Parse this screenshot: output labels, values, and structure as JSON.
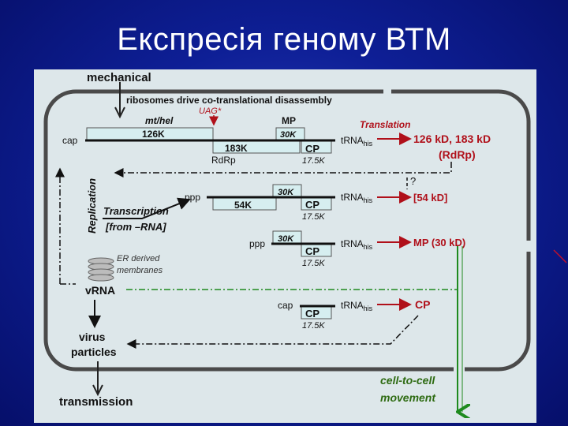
{
  "slide": {
    "title": "Експресія геному ВТМ"
  },
  "diagram": {
    "mechanical": "mechanical",
    "ribosomes_note": "ribosomes drive co-translational disassembly",
    "uag": "UAG*",
    "mt_hel": "mt/hel",
    "k126": "126K",
    "mp_top": "MP",
    "k30_top": "30K",
    "translation": "Translation",
    "cap1": "cap",
    "trna1": "tRNA",
    "his": "his",
    "prod1a": "126 kD, 183 kD",
    "prod1b": "(RdRp)",
    "k183": "183K",
    "cp1": "CP",
    "rdrp": "RdRp",
    "k175_1": "17.5K",
    "question": "?",
    "replication": "Replication",
    "ppp2": "ppp",
    "k54": "54K",
    "k30_2": "30K",
    "cp2": "CP",
    "k175_2": "17.5K",
    "trna2": "tRNA",
    "prod2": "[54 kD]",
    "transcription": "Transcription",
    "from_rna": "[from –RNA]",
    "ppp3": "ppp",
    "k30_3": "30K",
    "cp3": "CP",
    "k175_3": "17.5K",
    "trna3": "tRNA",
    "prod3": "MP (30 kD)",
    "er1": "ER derived",
    "er2": "membranes",
    "vrna": "vRNA",
    "cap4": "cap",
    "cp4": "CP",
    "k175_4": "17.5K",
    "trna4": "tRNA",
    "prod4": "CP",
    "virus1": "virus",
    "virus2": "particles",
    "transmission": "transmission",
    "cell1": "cell-to-cell",
    "cell2": "movement"
  },
  "colors": {
    "product_red": "#b0101a",
    "green": "#1e8a1e",
    "cell_text": "#2e6b12",
    "box_fill": "#d6eef0"
  }
}
